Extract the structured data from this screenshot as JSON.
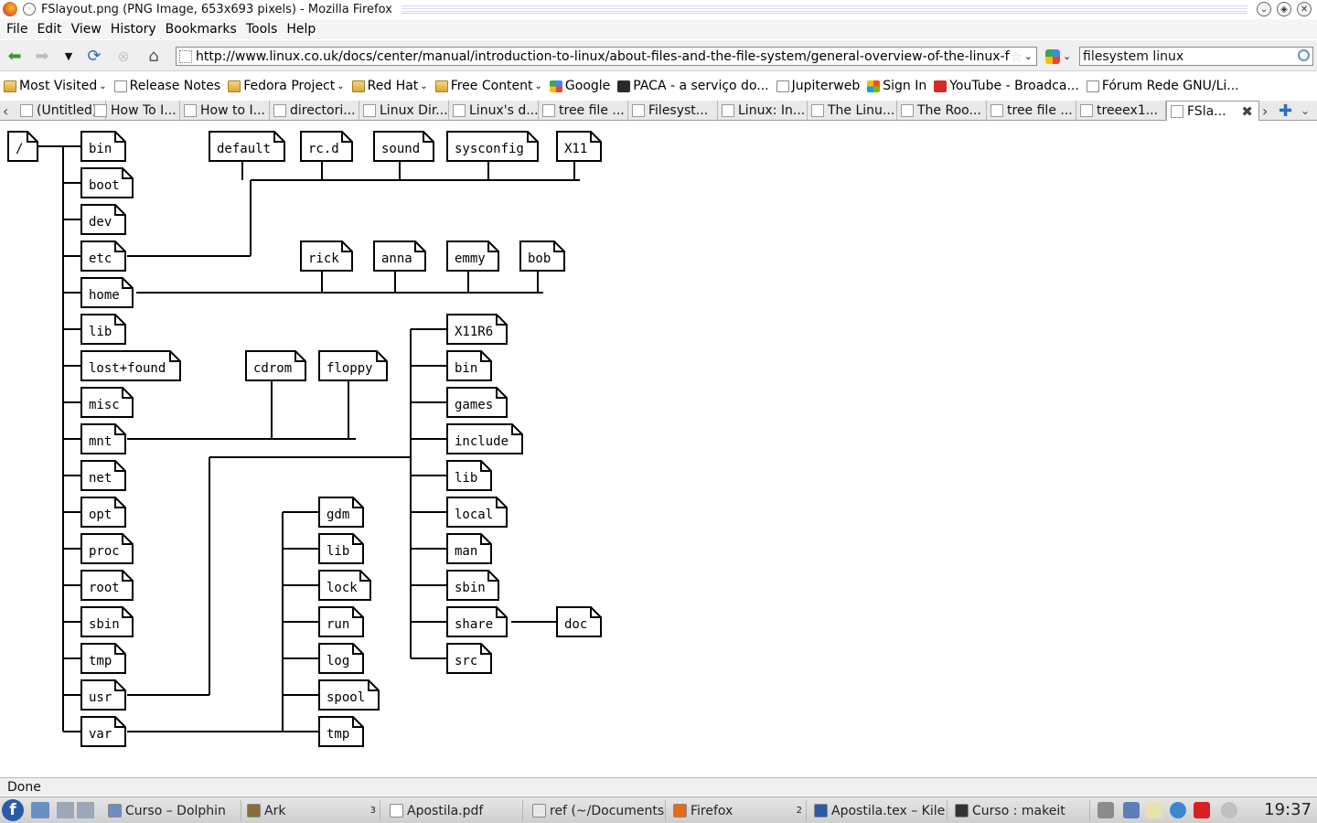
{
  "window": {
    "title": "FSlayout.png (PNG Image, 653x693 pixels) - Mozilla Firefox"
  },
  "menu": [
    "File",
    "Edit",
    "View",
    "History",
    "Bookmarks",
    "Tools",
    "Help"
  ],
  "navigation": {
    "url": "http://www.linux.co.uk/docs/center/manual/introduction-to-linux/about-files-and-the-file-system/general-overview-of-the-linux-file",
    "search_value": "filesystem linux"
  },
  "bookmarks": [
    {
      "label": "Most Visited",
      "icon": "folder-icon",
      "menu": true
    },
    {
      "label": "Release Notes",
      "icon": "page-icon",
      "menu": false
    },
    {
      "label": "Fedora Project",
      "icon": "folder-icon",
      "menu": true
    },
    {
      "label": "Red Hat",
      "icon": "folder-icon",
      "menu": true
    },
    {
      "label": "Free Content",
      "icon": "folder-icon",
      "menu": true
    },
    {
      "label": "Google",
      "icon": "google-icon",
      "menu": false
    },
    {
      "label": "PACA - a serviço do...",
      "icon": "paca-icon",
      "menu": false
    },
    {
      "label": "Jupiterweb",
      "icon": "page-icon",
      "menu": false
    },
    {
      "label": "Sign In",
      "icon": "windows-icon",
      "menu": false
    },
    {
      "label": "YouTube - Broadca...",
      "icon": "youtube-icon",
      "menu": false
    },
    {
      "label": "Fórum Rede GNU/Li...",
      "icon": "page-icon",
      "menu": false
    }
  ],
  "tabs": [
    {
      "label": "(Untitled)",
      "active": false
    },
    {
      "label": "How To I...",
      "active": false
    },
    {
      "label": "How to I...",
      "active": false
    },
    {
      "label": "directori...",
      "active": false
    },
    {
      "label": "Linux Dir...",
      "active": false
    },
    {
      "label": "Linux's d...",
      "active": false
    },
    {
      "label": "tree file ...",
      "active": false
    },
    {
      "label": "Filesyst...",
      "active": false
    },
    {
      "label": "Linux: In...",
      "active": false
    },
    {
      "label": "The Linu...",
      "active": false
    },
    {
      "label": "The Roo...",
      "active": false
    },
    {
      "label": "tree file ...",
      "active": false
    },
    {
      "label": "treeex1...",
      "active": false
    },
    {
      "label": "FSla...",
      "active": true
    }
  ],
  "diagram": {
    "root": "/",
    "root_children": [
      "bin",
      "boot",
      "dev",
      "etc",
      "home",
      "lib",
      "lost+found",
      "misc",
      "mnt",
      "net",
      "opt",
      "proc",
      "root",
      "sbin",
      "tmp",
      "usr",
      "var"
    ],
    "etc_children": [
      "default",
      "rc.d",
      "sound",
      "sysconfig",
      "X11"
    ],
    "home_children": [
      "rick",
      "anna",
      "emmy",
      "bob"
    ],
    "mnt_children": [
      "cdrom",
      "floppy"
    ],
    "usr_children": [
      "X11R6",
      "bin",
      "games",
      "include",
      "lib",
      "local",
      "man",
      "sbin",
      "share",
      "src"
    ],
    "share_children": [
      "doc"
    ],
    "var_children": [
      "gdm",
      "lib",
      "lock",
      "run",
      "log",
      "spool",
      "tmp"
    ]
  },
  "status": "Done",
  "taskbar": {
    "items": [
      {
        "label": "Curso – Dolphin",
        "count": ""
      },
      {
        "label": "Ark",
        "count": "3"
      },
      {
        "label": "Apostila.pdf",
        "count": ""
      },
      {
        "label": "ref (~/Documents",
        "count": ""
      },
      {
        "label": "Firefox",
        "count": "2"
      },
      {
        "label": "Apostila.tex – Kile",
        "count": ""
      },
      {
        "label": "Curso : makeit",
        "count": ""
      }
    ],
    "clock": "19:37"
  }
}
